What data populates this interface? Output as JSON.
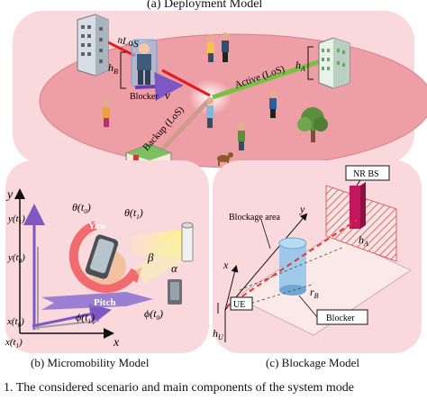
{
  "panels": {
    "a": {
      "caption": "(a) Deployment Model",
      "labels": {
        "nlos": "nLoS",
        "h_b": "h",
        "h_b_sub": "B",
        "blocker": "Blocker",
        "nu": "ν",
        "active": "Active (LoS)",
        "h_a": "h",
        "h_a_sub": "A",
        "backup": "Backup (LoS)"
      }
    },
    "b": {
      "caption": "(b) Micromobility Model",
      "labels": {
        "y": "y",
        "x": "x",
        "y_t1": "y(t",
        "y_t1_sub": "1",
        "y_t0": "y(t",
        "y_t0_sub": "0",
        "x_t0": "x(t",
        "x_t0_sub": "0",
        "x_t1": "x(t",
        "x_t1_sub": "1",
        "theta_t0": "θ(t",
        "theta_t0_sub": "0",
        "theta_t1": "θ(t",
        "theta_t1_sub": "1",
        "yaw": "Yaw",
        "pitch": "Pitch",
        "phi_t1": "ϕ(t",
        "phi_t1_sub": "1",
        "phi_t0": "ϕ(t",
        "phi_t0_sub": "0",
        "beta": "β",
        "alpha": "α",
        "close_paren": ")"
      }
    },
    "c": {
      "caption": "(c) Blockage Model",
      "labels": {
        "nr_bs": "NR BS",
        "blockage_area": "Blockage area",
        "y": "y",
        "x": "x",
        "h_a": "h",
        "h_a_sub": "A",
        "r_b": "r",
        "r_b_sub": "B",
        "ue": "UE",
        "blocker": "Blocker",
        "h_u": "h",
        "h_u_sub": "U"
      }
    }
  },
  "figure_caption": "1.   The considered scenario and main components of the system mode",
  "colors": {
    "panel_bg": "#f9d9dc",
    "disc": "#ee9fa6",
    "active_link": "#79c043",
    "backup_link": "#cf9a8e",
    "nlos_link": "#e41a1c",
    "yaw": "#f06a6e",
    "pitch": "#8a6fd0",
    "y_axis": "#7e57c2",
    "blocker": "#8fc4ea",
    "bs": "#c2185b",
    "dashed": "#e53935"
  }
}
